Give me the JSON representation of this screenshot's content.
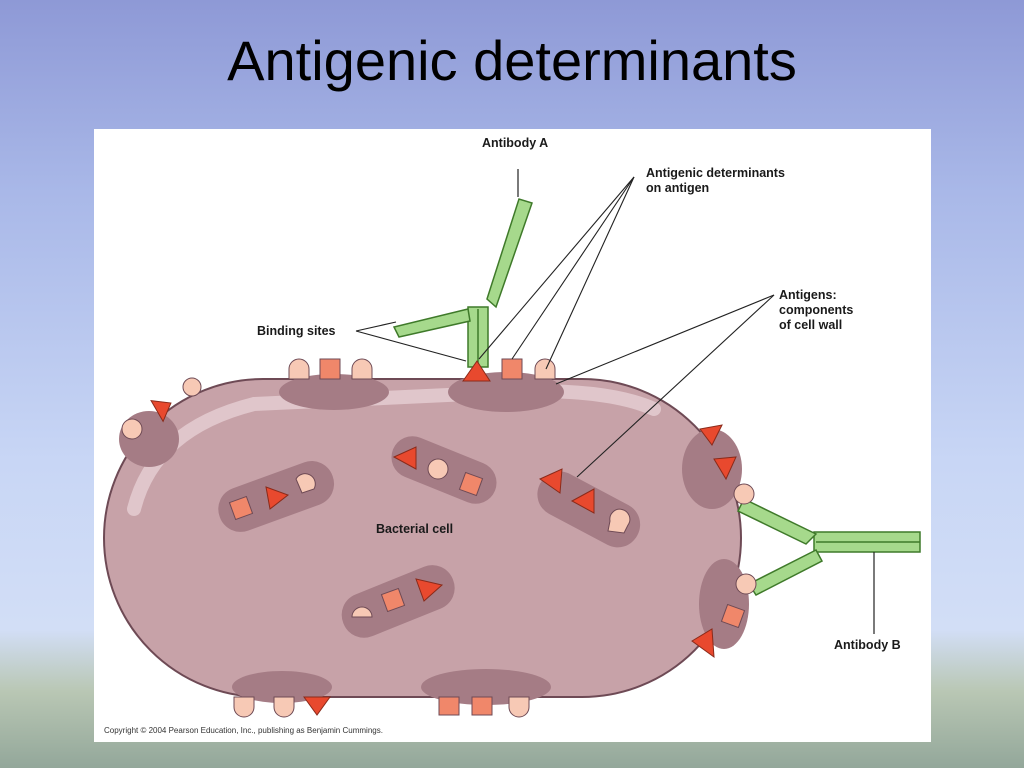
{
  "slide": {
    "title": "Antigenic determinants"
  },
  "diagram": {
    "labels": {
      "antibody_a": "Antibody A",
      "antigenic_determinants": "Antigenic determinants\non antigen",
      "antigens": "Antigens:\ncomponents\nof cell wall",
      "binding_sites": "Binding sites",
      "bacterial_cell": "Bacterial cell",
      "antibody_b": "Antibody B"
    },
    "copyright": "Copyright © 2004 Pearson Education, Inc., publishing as Benjamin Cummings.",
    "colors": {
      "cell_fill": "#c7a2a8",
      "cell_patch": "#a57c85",
      "antibody": "#a6d98c",
      "antibody_stroke": "#3f7a2a",
      "triangle": "#e8492e",
      "square": "#f0876a",
      "bump": "#f7c9b5"
    }
  }
}
